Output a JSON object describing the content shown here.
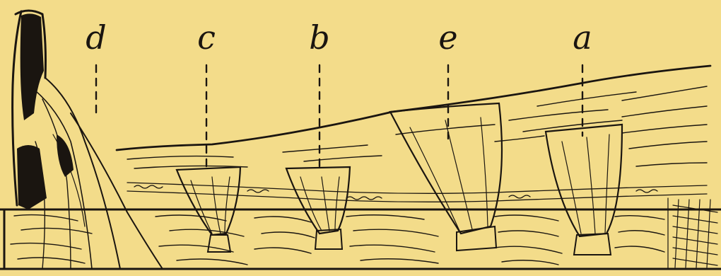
{
  "labels": [
    "d",
    "c",
    "b",
    "e",
    "a"
  ],
  "colors": {
    "paper": "#f3dc8a",
    "ink": "#1a1510"
  }
}
